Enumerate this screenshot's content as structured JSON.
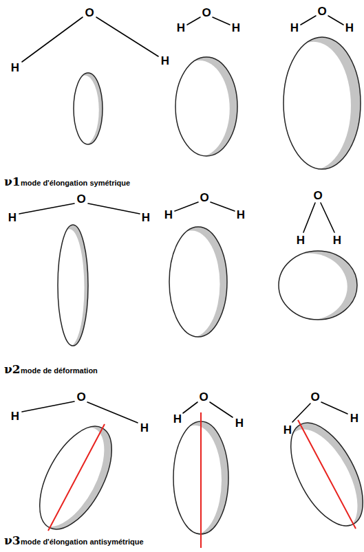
{
  "diagram": {
    "labels": [
      "H",
      "O",
      "H",
      "H",
      "O",
      "H",
      "H",
      "O",
      "H",
      "ν1",
      "mode d'élongation symétrique",
      "H",
      "O",
      "H",
      "H",
      "O",
      "H",
      "O",
      "H",
      "H",
      "ν2",
      "mode de déformation",
      "H",
      "O",
      "H",
      "H",
      "O",
      "H",
      "H",
      "O",
      "H",
      "ν3",
      "mode d'élongation antisymétrique"
    ]
  }
}
